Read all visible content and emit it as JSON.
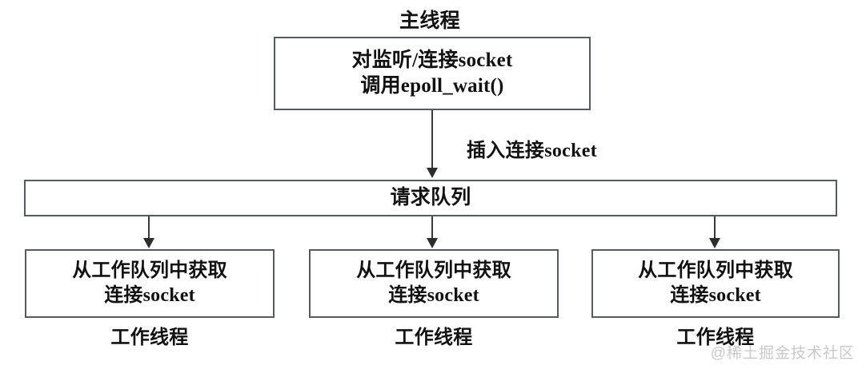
{
  "diagram": {
    "title_caption": "主线程",
    "main_thread_box": {
      "line1": "对监听/连接socket",
      "line2": "调用epoll_wait()"
    },
    "edge_label_insert": "插入连接socket",
    "request_queue": {
      "label": "请求队列"
    },
    "workers": [
      {
        "line1": "从工作队列中获取",
        "line2": "连接socket",
        "caption": "工作线程"
      },
      {
        "line1": "从工作队列中获取",
        "line2": "连接socket",
        "caption": "工作线程"
      },
      {
        "line1": "从工作队列中获取",
        "line2": "连接socket",
        "caption": "工作线程"
      }
    ]
  },
  "watermark": {
    "text": "@稀土掘金技术社区"
  },
  "colors": {
    "box_border": "#555b5e",
    "text": "#111111",
    "arrow": "#2d2d2d",
    "background": "#fefefe",
    "watermark": "#c9c9c9"
  }
}
